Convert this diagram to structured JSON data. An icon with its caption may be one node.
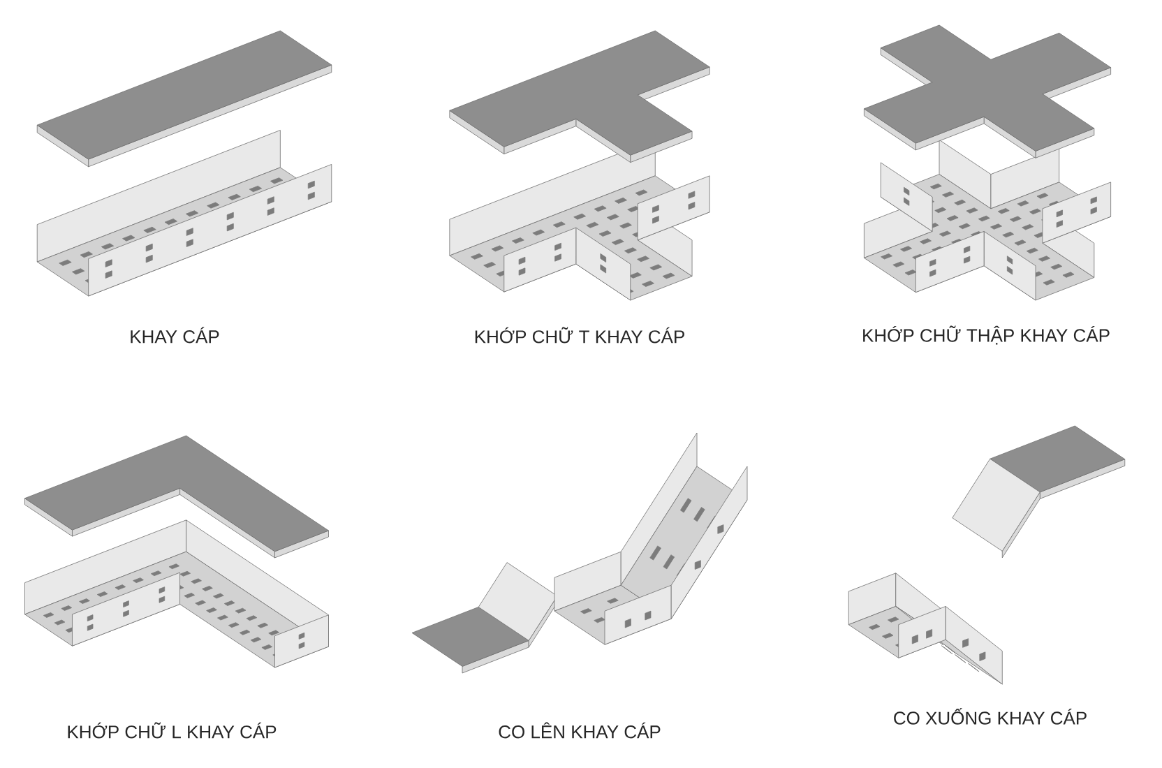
{
  "diagram": {
    "labels": [
      "KHAY CÁP",
      "KHỚP CHỮ T KHAY CÁP",
      "KHỚP CHỮ THẬP KHAY CÁP",
      "KHỚP CHỮ L KHAY CÁP",
      "CO LÊN KHAY CÁP",
      "CO XUỐNG KHAY CÁP"
    ]
  }
}
